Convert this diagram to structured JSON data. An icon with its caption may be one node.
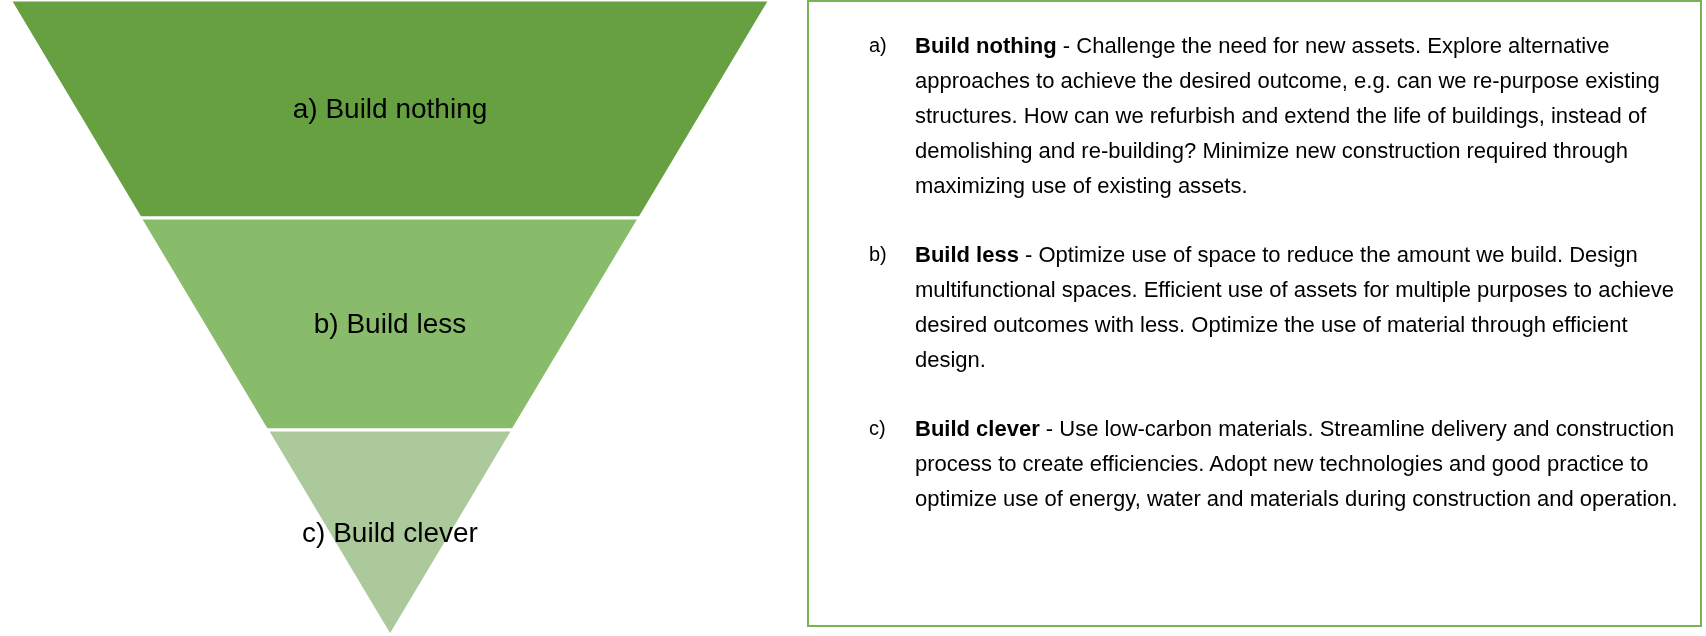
{
  "diagram": {
    "nodes": [
      {
        "text": [
          "a) Build nothing"
        ]
      },
      {
        "text": [
          "b) Build less"
        ]
      },
      {
        "text": [
          "c) Build clever"
        ]
      },
      {
        "text": [
          "a)",
          "**Build nothing** - Challenge the need for new assets. Explore alternative approaches to achieve the desired outcome, e.g. can we re-purpose existing structures. How can we refurbish and extend the life of buildings, instead of demolishing and re-building? Minimize new construction required through maximizing use of existing assets.",
          "b)",
          "**Build less** - Optimize use of space to reduce the amount we build. Design multifunctional spaces. Efficient use of assets for multiple purposes to achieve desired outcomes with less. Optimize the use of material through efficient design.",
          "c)",
          "**Build clever** - Use low-carbon materials. Streamline delivery and construction process to create efficiencies. Adopt new technologies and good practice to optimize use of energy, water and materials during construction and operation."
        ]
      }
    ]
  }
}
